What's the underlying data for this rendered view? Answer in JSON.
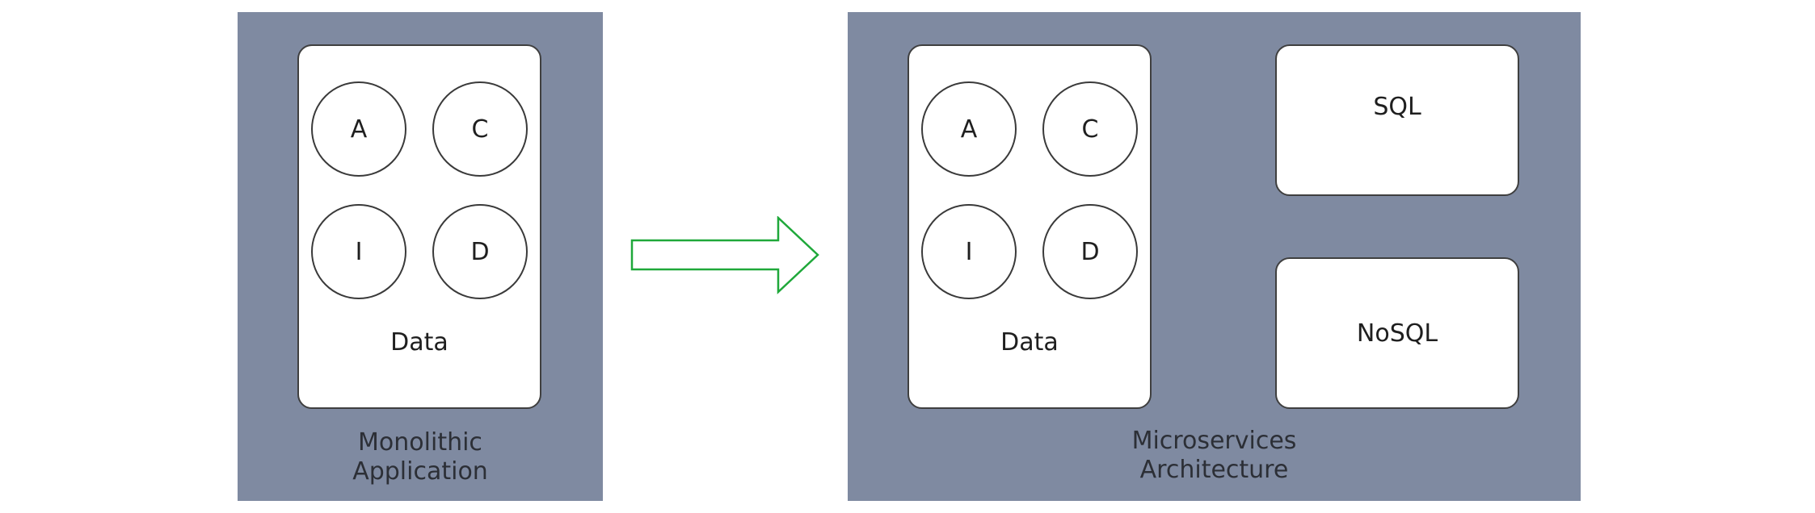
{
  "colors": {
    "panel": "#7f8aa1",
    "arrow_stroke": "#1fa83a",
    "card": "#ffffff",
    "text": "#1f1f1f"
  },
  "monolith": {
    "label": "Monolithic\nApplication",
    "circles": [
      "A",
      "C",
      "I",
      "D"
    ],
    "card_label": "Data"
  },
  "arrow": {
    "icon": "right-arrow-icon"
  },
  "microservices": {
    "label": "Microservices\nArchitecture",
    "circles": [
      "A",
      "C",
      "I",
      "D"
    ],
    "card_label": "Data",
    "databases": [
      "SQL",
      "NoSQL"
    ]
  }
}
